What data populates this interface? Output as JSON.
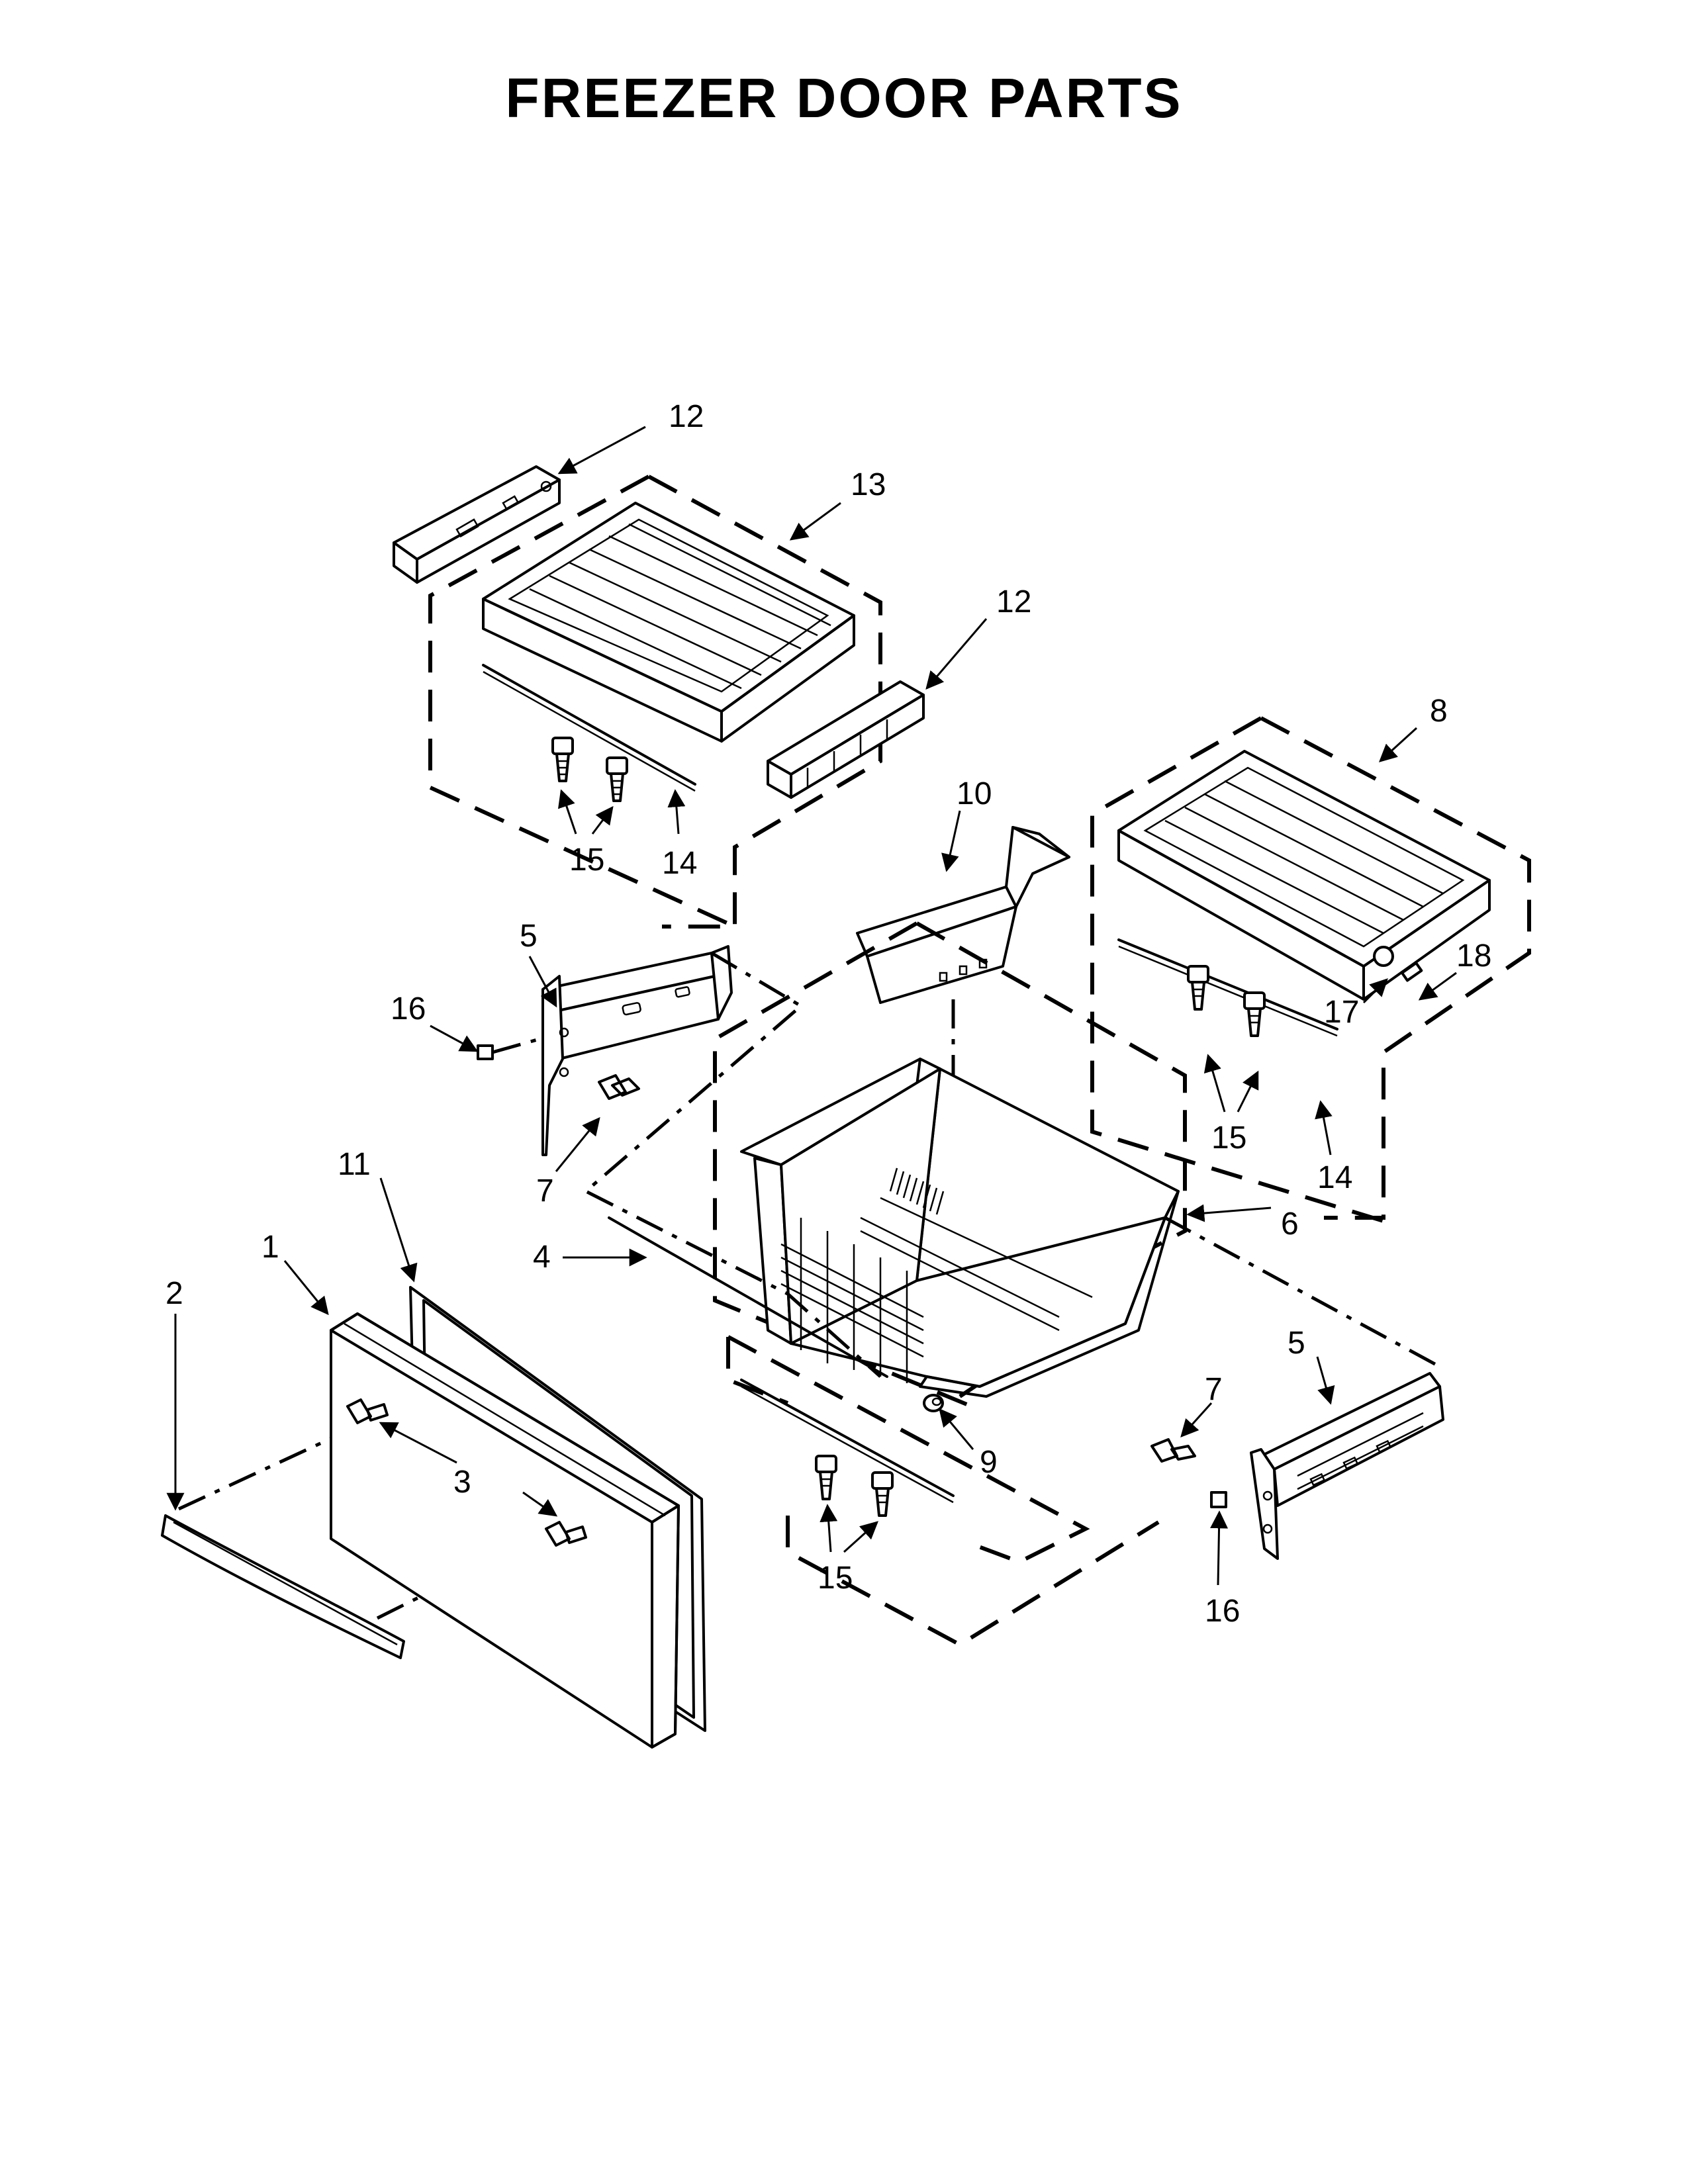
{
  "title": "FREEZER DOOR PARTS",
  "callouts": {
    "c1": "1",
    "c2": "2",
    "c3": "3",
    "c4": "4",
    "c5a": "5",
    "c5b": "5",
    "c6": "6",
    "c7a": "7",
    "c7b": "7",
    "c8": "8",
    "c9": "9",
    "c10": "10",
    "c11": "11",
    "c12a": "12",
    "c12b": "12",
    "c13": "13",
    "c14a": "14",
    "c14b": "14",
    "c15a": "15",
    "c15b": "15",
    "c15c": "15",
    "c16a": "16",
    "c16b": "16",
    "c17": "17",
    "c18": "18"
  }
}
